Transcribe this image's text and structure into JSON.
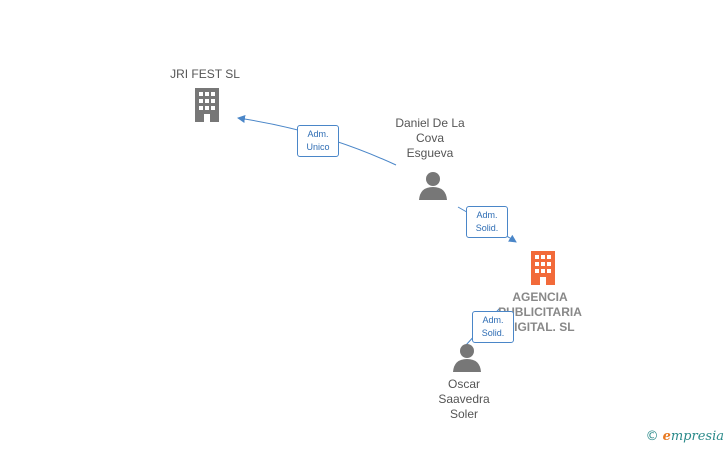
{
  "nodes": {
    "jri_fest": {
      "label": "JRI FEST  SL",
      "icon": "building-icon",
      "color": "#777777"
    },
    "agencia": {
      "label": "AGENCIA\nPUBLICITARIA\nDIGITAL.   SL",
      "icon": "building-icon",
      "color": "#f26a3a"
    },
    "daniel": {
      "label": "Daniel De La\nCova\nEsgueva",
      "icon": "person-icon",
      "color": "#777777"
    },
    "oscar": {
      "label": "Oscar\nSaavedra\nSoler",
      "icon": "person-icon",
      "color": "#777777"
    }
  },
  "edges": [
    {
      "from": "daniel",
      "to": "jri_fest",
      "label": "Adm.\nUnico"
    },
    {
      "from": "daniel",
      "to": "agencia",
      "label": "Adm.\nSolid."
    },
    {
      "from": "oscar",
      "to": "agencia",
      "label": "Adm.\nSolid."
    }
  ],
  "brand": {
    "copyright": "©",
    "initial": "e",
    "name": "mpresia"
  },
  "colors": {
    "edge": "#4a86c8"
  }
}
